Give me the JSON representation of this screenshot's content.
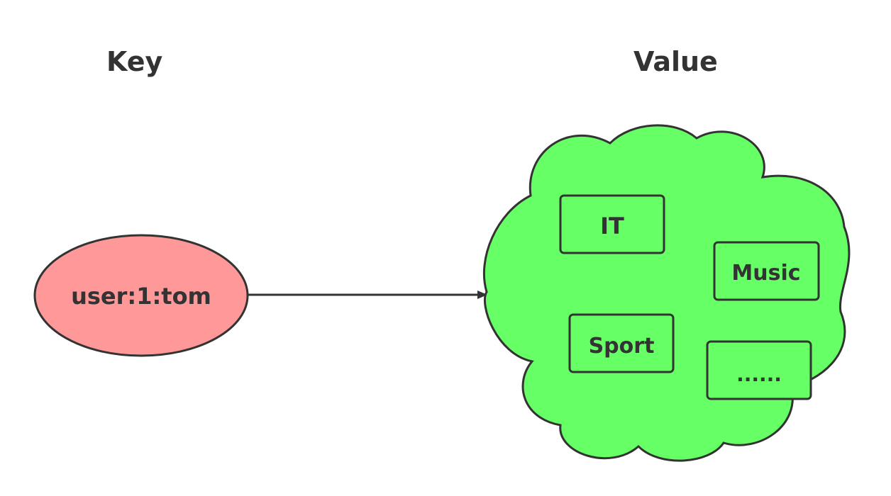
{
  "headings": {
    "key": "Key",
    "value": "Value"
  },
  "key_node": {
    "label": "user:1:tom",
    "fill": "#ff9999"
  },
  "value_cloud": {
    "fill": "#66ff66",
    "items": [
      "IT",
      "Music",
      "Sport",
      "......"
    ]
  },
  "stroke_color": "#333333"
}
